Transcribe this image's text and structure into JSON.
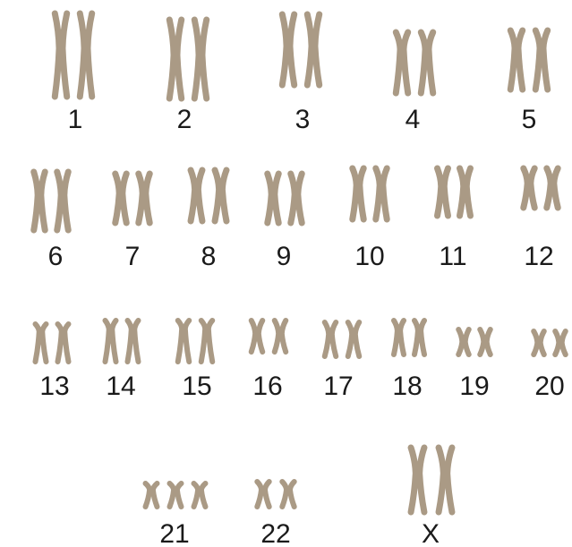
{
  "figure": {
    "stain_color": "#aa9a85",
    "label_color": "#1a1a1a",
    "chromosome_sets": [
      {
        "label": "1",
        "copies": 2
      },
      {
        "label": "2",
        "copies": 2
      },
      {
        "label": "3",
        "copies": 2
      },
      {
        "label": "4",
        "copies": 2
      },
      {
        "label": "5",
        "copies": 2
      },
      {
        "label": "6",
        "copies": 2
      },
      {
        "label": "7",
        "copies": 2
      },
      {
        "label": "8",
        "copies": 2
      },
      {
        "label": "9",
        "copies": 2
      },
      {
        "label": "10",
        "copies": 2
      },
      {
        "label": "11",
        "copies": 2
      },
      {
        "label": "12",
        "copies": 2
      },
      {
        "label": "13",
        "copies": 2
      },
      {
        "label": "14",
        "copies": 2
      },
      {
        "label": "15",
        "copies": 2
      },
      {
        "label": "16",
        "copies": 2
      },
      {
        "label": "17",
        "copies": 2
      },
      {
        "label": "18",
        "copies": 2
      },
      {
        "label": "19",
        "copies": 2
      },
      {
        "label": "20",
        "copies": 2
      },
      {
        "label": "21",
        "copies": 3
      },
      {
        "label": "22",
        "copies": 2
      },
      {
        "label": "X",
        "copies": 2
      }
    ]
  }
}
